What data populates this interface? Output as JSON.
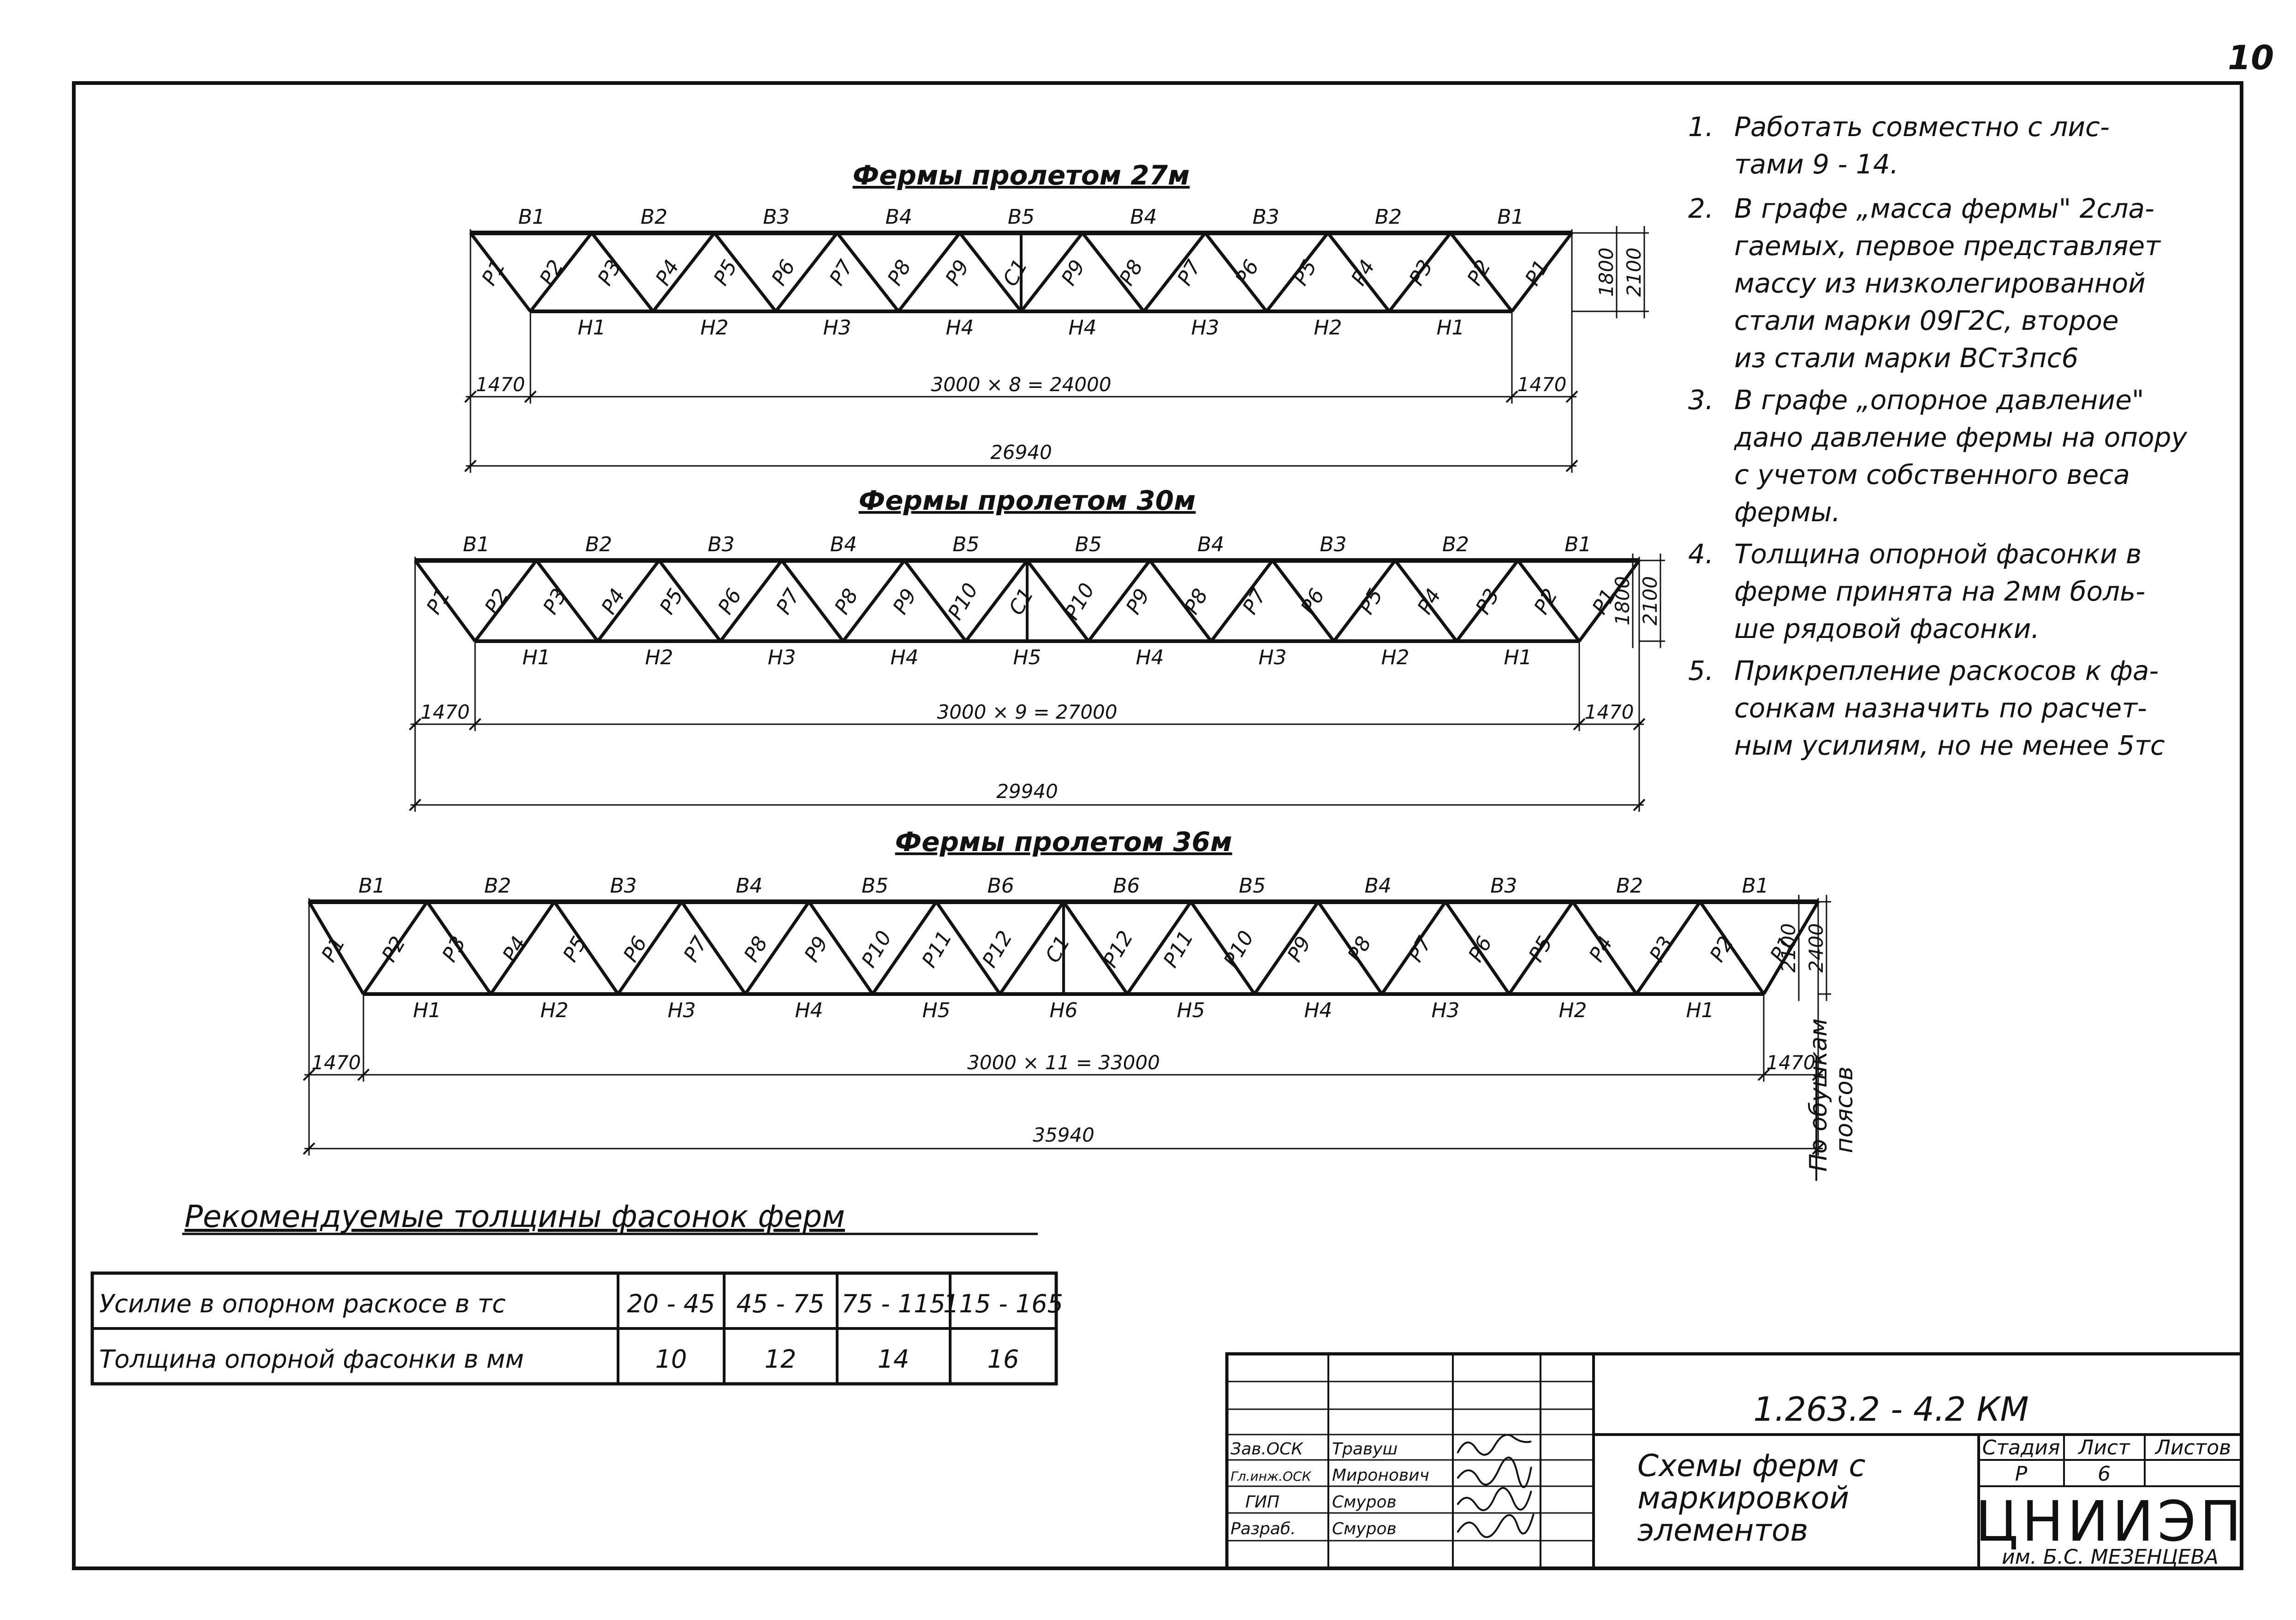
{
  "sheet": {
    "page_number": "10",
    "designation": "1.263.2 - 4.2 КМ",
    "title_lines": [
      "Схемы ферм с",
      "маркировкой",
      "элементов"
    ],
    "stage_headers": [
      "Стадия",
      "Лист",
      "Листов"
    ],
    "stage_values": [
      "Р",
      "6",
      ""
    ],
    "org": "ЦНИИЭП",
    "org_sub": "им. Б.С. МЕЗЕНЦЕВА",
    "staff": [
      {
        "role": "Зав.ОСК",
        "name": "Травуш"
      },
      {
        "role": "Гл.инж.ОСК",
        "name": "Миронович"
      },
      {
        "role": "ГИП",
        "name": "Смуров"
      },
      {
        "role": "Разраб.",
        "name": "Смуров"
      }
    ],
    "signatures_note": "signatures"
  },
  "notes": [
    {
      "num": "1.",
      "lines": [
        "Работать совместно с лис-",
        "тами 9 - 14."
      ]
    },
    {
      "num": "2.",
      "lines": [
        "В графе „масса фермы\" 2сла-",
        "гаемых, первое представляет",
        "массу из низколегированной",
        "стали марки 09Г2С, второе",
        "из стали марки ВСт3пс6"
      ]
    },
    {
      "num": "3.",
      "lines": [
        "В графе „опорное давление\"",
        "дано давление фермы на опору",
        "с учетом собственного веса",
        "фермы."
      ]
    },
    {
      "num": "4.",
      "lines": [
        "Толщина опорной фасонки в",
        "ферме принята на 2мм боль-",
        "ше рядовой фасонки."
      ]
    },
    {
      "num": "5.",
      "lines": [
        "Прикрепление раскосов к фа-",
        "сонкам назначить по расчет-",
        "ным усилиям, но не менее 5тс"
      ]
    }
  ],
  "trusses": [
    {
      "title": "Фермы пролетом 27м",
      "top_labels": [
        "В1",
        "В2",
        "В3",
        "В4",
        "В5",
        "В4",
        "В3",
        "В2",
        "В1"
      ],
      "bottom_labels": [
        "Н1",
        "Н2",
        "Н3",
        "Н4",
        "Н4",
        "Н3",
        "Н2",
        "Н1"
      ],
      "diag_labels": [
        "Р1",
        "Р2",
        "Р3",
        "Р4",
        "Р5",
        "Р6",
        "Р7",
        "Р8",
        "Р9",
        "С1",
        "Р9",
        "Р8",
        "Р7",
        "Р6",
        "Р5",
        "Р4",
        "Р3",
        "Р2",
        "Р1"
      ],
      "dim_left": "1470",
      "dim_mid": "3000 × 8 = 24000",
      "dim_right": "1470",
      "dim_total": "26940",
      "height_a": "1800",
      "height_b": "2100"
    },
    {
      "title": "Фермы пролетом 30м",
      "top_labels": [
        "В1",
        "В2",
        "В3",
        "В4",
        "В5",
        "В5",
        "В4",
        "В3",
        "В2",
        "В1"
      ],
      "bottom_labels": [
        "Н1",
        "Н2",
        "Н3",
        "Н4",
        "Н5",
        "Н4",
        "Н3",
        "Н2",
        "Н1"
      ],
      "diag_labels": [
        "Р1",
        "Р2",
        "Р3",
        "Р4",
        "Р5",
        "Р6",
        "Р7",
        "Р8",
        "Р9",
        "Р10",
        "С1",
        "Р10",
        "Р9",
        "Р8",
        "Р7",
        "Р6",
        "Р5",
        "Р4",
        "Р3",
        "Р2",
        "Р1"
      ],
      "dim_left": "1470",
      "dim_mid": "3000 × 9 = 27000",
      "dim_right": "1470",
      "dim_total": "29940",
      "height_a": "1800",
      "height_b": "2100"
    },
    {
      "title": "Фермы пролетом 36м",
      "top_labels": [
        "В1",
        "В2",
        "В3",
        "В4",
        "В5",
        "В6",
        "В6",
        "В5",
        "В4",
        "В3",
        "В2",
        "В1"
      ],
      "bottom_labels": [
        "Н1",
        "Н2",
        "Н3",
        "Н4",
        "Н5",
        "Н6",
        "Н5",
        "Н4",
        "Н3",
        "Н2",
        "Н1"
      ],
      "diag_labels": [
        "Р1",
        "Р2",
        "Р3",
        "Р4",
        "Р5",
        "Р6",
        "Р7",
        "Р8",
        "Р9",
        "Р10",
        "Р11",
        "Р12",
        "С1",
        "Р12",
        "Р11",
        "Р10",
        "Р9",
        "Р8",
        "Р7",
        "Р6",
        "Р5",
        "Р4",
        "Р3",
        "Р2",
        "Р1"
      ],
      "dim_left": "1470",
      "dim_mid": "3000 × 11 = 33000",
      "dim_right": "1470",
      "dim_total": "35940",
      "height_a": "2100",
      "height_b": "2400",
      "side_note": [
        "По обушкам",
        "поясов"
      ]
    }
  ],
  "thickness_table": {
    "title": "Рекомендуемые толщины фасонок ферм",
    "row1_label": "Усилие в опорном раскосе в тс",
    "row1_values": [
      "20 - 45",
      "45 - 75",
      "75 - 115",
      "115 - 165"
    ],
    "row2_label": "Толщина опорной фасонки в мм",
    "row2_values": [
      "10",
      "12",
      "14",
      "16"
    ]
  }
}
